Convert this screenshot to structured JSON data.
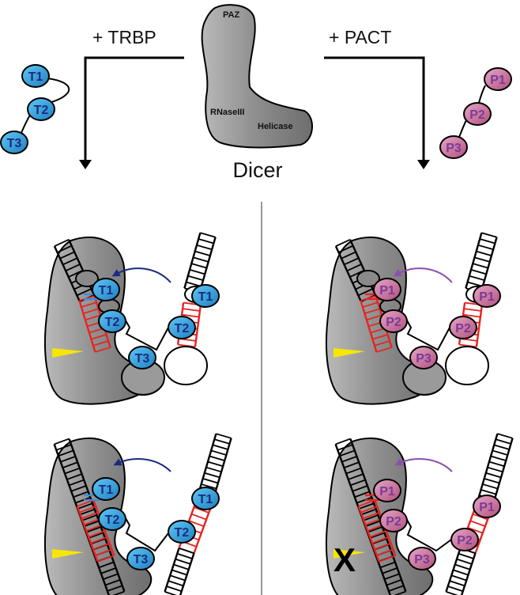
{
  "labels": {
    "trbp": "+ TRBP",
    "pact": "+ PACT",
    "dicer": "Dicer",
    "paz": "PAZ",
    "rnaseiii": "RNaseIII",
    "helicase": "Helicase",
    "t1": "T1",
    "t2": "T2",
    "t3": "T3",
    "p1": "P1",
    "p2": "P2",
    "p3": "P3",
    "x_mark": "X"
  },
  "colors": {
    "trbp_fill": "#2f9ed8",
    "pact_fill": "#c0608a",
    "trbp_text": "#1c2a80",
    "pact_text": "#7a3a9a",
    "dicer_fill": "#8f8f8f",
    "rna_red": "#e62420",
    "cleavage_yellow": "#f6e600",
    "line": "#000000"
  }
}
